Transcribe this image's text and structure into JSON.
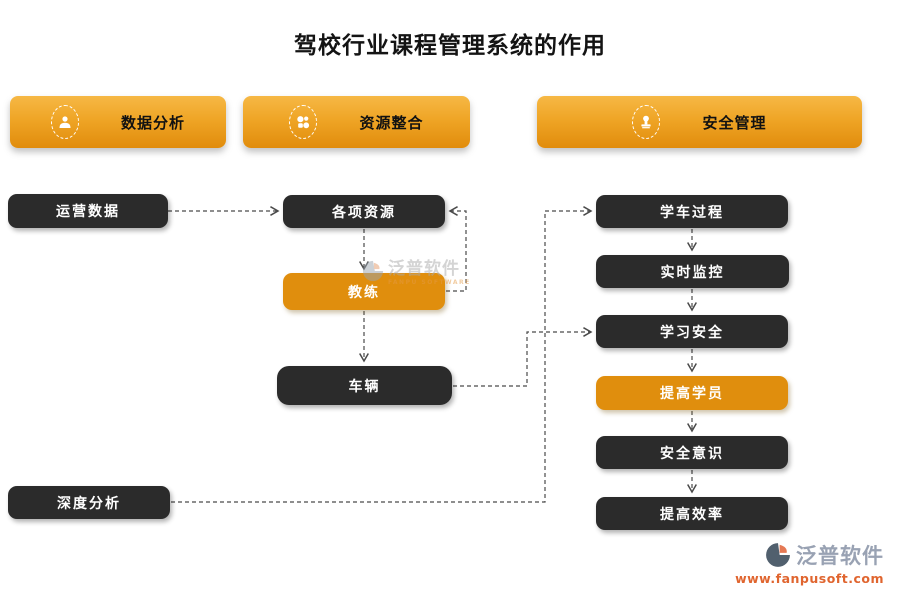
{
  "title": "驾校行业课程管理系统的作用",
  "header": {
    "buttons": [
      {
        "label": "数据分析",
        "icon": "user-icon"
      },
      {
        "label": "资源整合",
        "icon": "clover-icon"
      },
      {
        "label": "安全管理",
        "icon": "stamp-icon"
      }
    ]
  },
  "diagram": {
    "nodes": {
      "yunying": "运营数据",
      "gexiang": "各项资源",
      "jiaolian": "教练",
      "cheliang": "车辆",
      "shendu": "深度分析",
      "xueche": "学车过程",
      "shishi": "实时监控",
      "xuexi": "学习安全",
      "tigaoxy": "提高学员",
      "anquanys": "安全意识",
      "tigaoxl": "提高效率"
    },
    "edges": [
      {
        "from": "运营数据",
        "to": "各项资源"
      },
      {
        "from": "各项资源",
        "to": "教练"
      },
      {
        "from": "教练",
        "to": "各项资源"
      },
      {
        "from": "教练",
        "to": "车辆"
      },
      {
        "from": "车辆",
        "to": "学习安全"
      },
      {
        "from": "深度分析",
        "to": "学车过程"
      },
      {
        "from": "学车过程",
        "to": "实时监控"
      },
      {
        "from": "实时监控",
        "to": "学习安全"
      },
      {
        "from": "学习安全",
        "to": "提高学员"
      },
      {
        "from": "提高学员",
        "to": "安全意识"
      },
      {
        "from": "安全意识",
        "to": "提高效率"
      }
    ]
  },
  "watermark": {
    "brand": "泛普软件",
    "sub": "FANPU SOFTWARE"
  },
  "footer": {
    "brand": "泛普软件",
    "url": "www.fanpusoft.com"
  },
  "colors": {
    "accent_orange": "#E08E0D",
    "header_gradient_top": "#F6B845",
    "header_gradient_bottom": "#E18C0C",
    "node_dark": "#2B2B2B",
    "connector": "#4A4A4A",
    "footer_brand_gray": "#99A2B3",
    "footer_url_orange": "#E0652F"
  }
}
